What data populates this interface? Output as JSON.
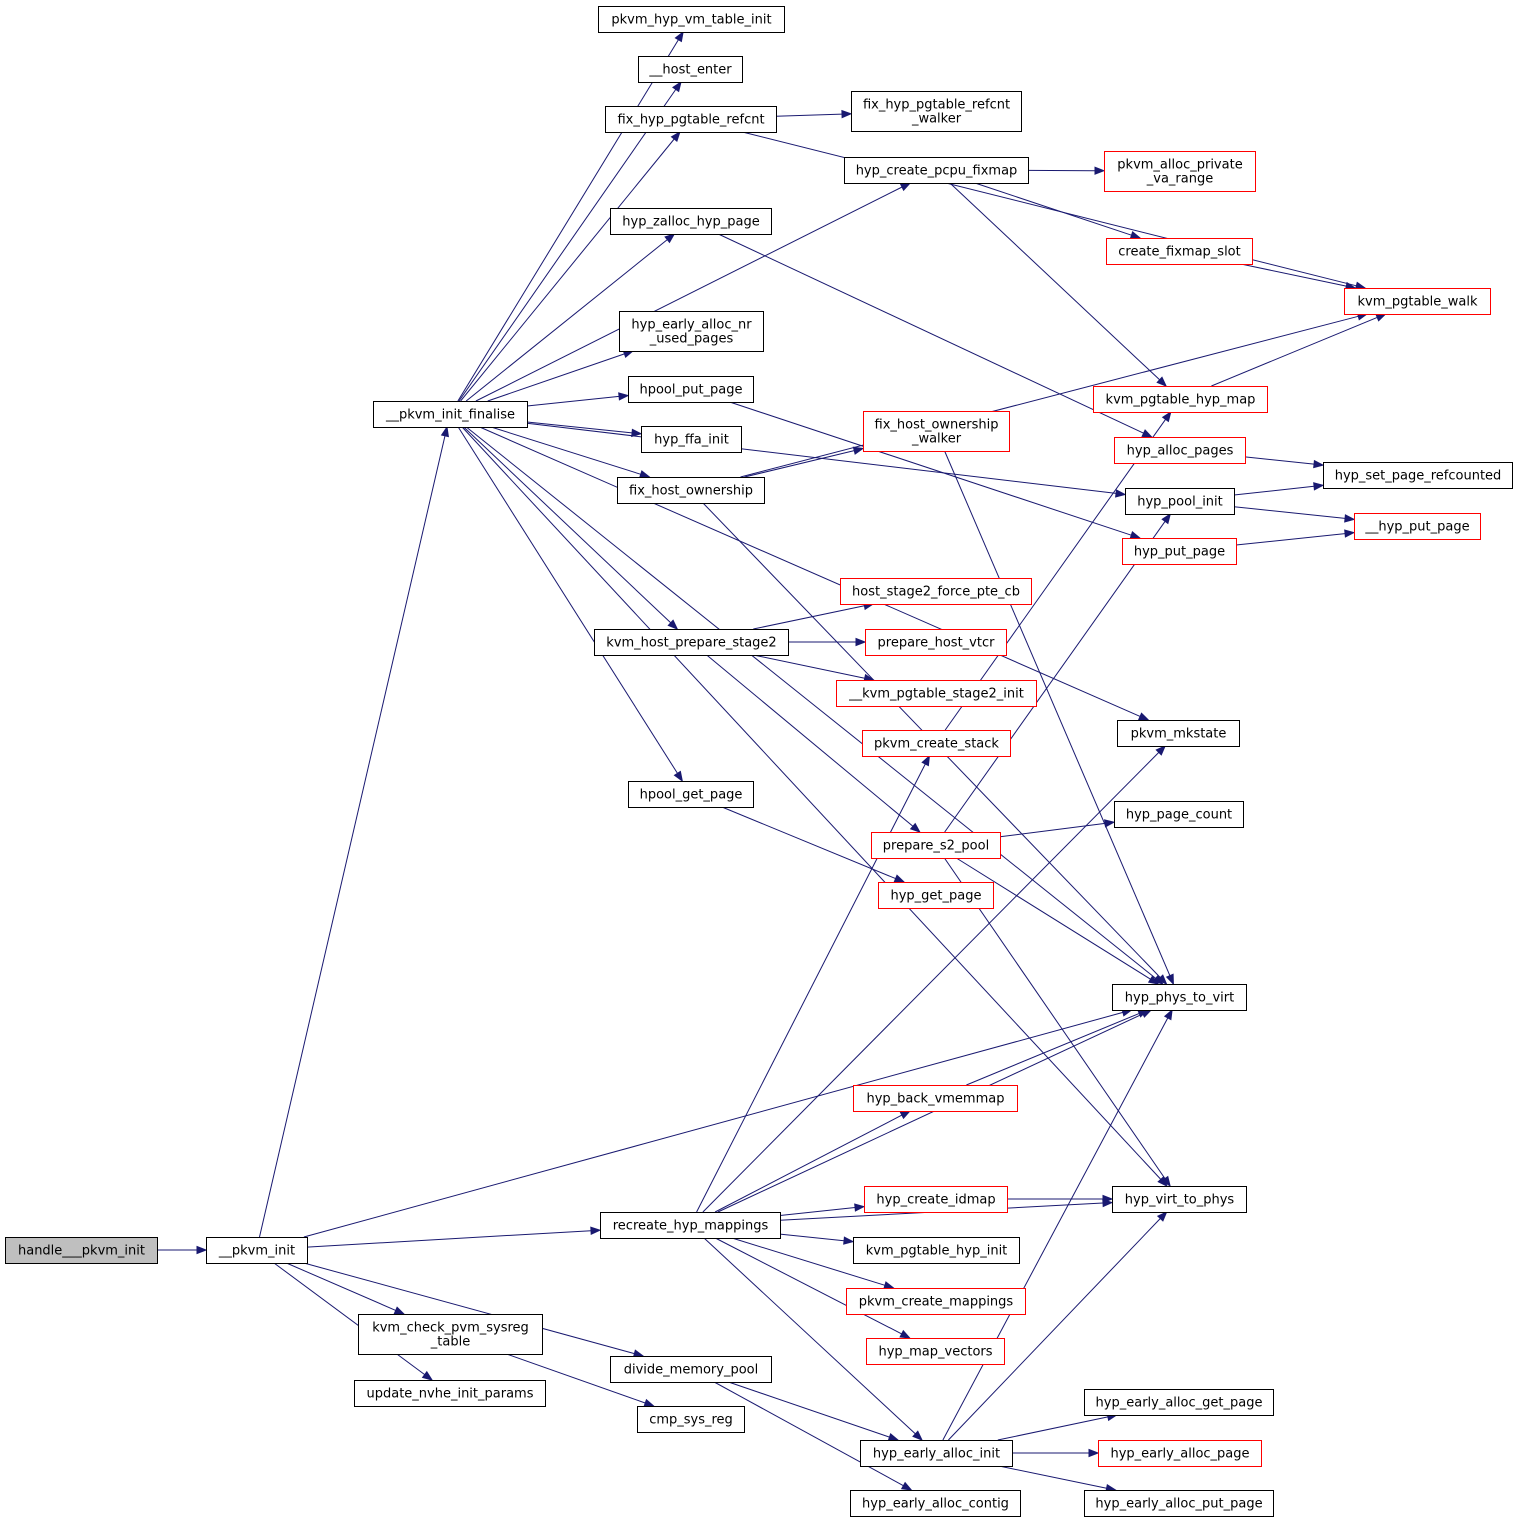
{
  "nodes": [
    {
      "id": "n_root",
      "lines": [
        "handle___pkvm_init"
      ],
      "style": "gray"
    },
    {
      "id": "n_pkvm_init",
      "lines": [
        "__pkvm_init"
      ],
      "style": "black"
    },
    {
      "id": "n_finalise",
      "lines": [
        "__pkvm_init_finalise"
      ],
      "style": "black"
    },
    {
      "id": "n_vm_table",
      "lines": [
        "pkvm_hyp_vm_table_init"
      ],
      "style": "black"
    },
    {
      "id": "n_host_enter",
      "lines": [
        "__host_enter"
      ],
      "style": "black"
    },
    {
      "id": "n_fix_refcnt",
      "lines": [
        "fix_hyp_pgtable_refcnt"
      ],
      "style": "black"
    },
    {
      "id": "n_fix_refcnt_walker",
      "lines": [
        "fix_hyp_pgtable_refcnt",
        "_walker"
      ],
      "style": "black"
    },
    {
      "id": "n_pcpu_fixmap",
      "lines": [
        "hyp_create_pcpu_fixmap"
      ],
      "style": "black"
    },
    {
      "id": "n_alloc_private",
      "lines": [
        "pkvm_alloc_private",
        "_va_range"
      ],
      "style": "red"
    },
    {
      "id": "n_zalloc",
      "lines": [
        "hyp_zalloc_hyp_page"
      ],
      "style": "black"
    },
    {
      "id": "n_create_fixmap_slot",
      "lines": [
        "create_fixmap_slot"
      ],
      "style": "red"
    },
    {
      "id": "n_pgtable_walk",
      "lines": [
        "kvm_pgtable_walk"
      ],
      "style": "red"
    },
    {
      "id": "n_early_nr_used",
      "lines": [
        "hyp_early_alloc_nr",
        "_used_pages"
      ],
      "style": "black"
    },
    {
      "id": "n_hpool_put",
      "lines": [
        "hpool_put_page"
      ],
      "style": "black"
    },
    {
      "id": "n_pgtable_hyp_map",
      "lines": [
        "kvm_pgtable_hyp_map"
      ],
      "style": "red"
    },
    {
      "id": "n_ffa_init",
      "lines": [
        "hyp_ffa_init"
      ],
      "style": "black"
    },
    {
      "id": "n_fix_host_walker",
      "lines": [
        "fix_host_ownership",
        "_walker"
      ],
      "style": "red"
    },
    {
      "id": "n_alloc_pages",
      "lines": [
        "hyp_alloc_pages"
      ],
      "style": "red"
    },
    {
      "id": "n_set_refcounted",
      "lines": [
        "hyp_set_page_refcounted"
      ],
      "style": "black"
    },
    {
      "id": "n_fix_host",
      "lines": [
        "fix_host_ownership"
      ],
      "style": "black"
    },
    {
      "id": "n_pool_init",
      "lines": [
        "hyp_pool_init"
      ],
      "style": "black"
    },
    {
      "id": "n_hyp_put_page2",
      "lines": [
        "__hyp_put_page"
      ],
      "style": "red"
    },
    {
      "id": "n_hyp_put_page",
      "lines": [
        "hyp_put_page"
      ],
      "style": "red"
    },
    {
      "id": "n_force_pte",
      "lines": [
        "host_stage2_force_pte_cb"
      ],
      "style": "red"
    },
    {
      "id": "n_prepare_stage2",
      "lines": [
        "kvm_host_prepare_stage2"
      ],
      "style": "black"
    },
    {
      "id": "n_vtcr",
      "lines": [
        "prepare_host_vtcr"
      ],
      "style": "red"
    },
    {
      "id": "n_stage2_init",
      "lines": [
        "__kvm_pgtable_stage2_init"
      ],
      "style": "red"
    },
    {
      "id": "n_create_stack",
      "lines": [
        "pkvm_create_stack"
      ],
      "style": "red"
    },
    {
      "id": "n_mkstate",
      "lines": [
        "pkvm_mkstate"
      ],
      "style": "black"
    },
    {
      "id": "n_hpool_get",
      "lines": [
        "hpool_get_page"
      ],
      "style": "black"
    },
    {
      "id": "n_page_count",
      "lines": [
        "hyp_page_count"
      ],
      "style": "black"
    },
    {
      "id": "n_s2_pool",
      "lines": [
        "prepare_s2_pool"
      ],
      "style": "red"
    },
    {
      "id": "n_get_page",
      "lines": [
        "hyp_get_page"
      ],
      "style": "red"
    },
    {
      "id": "n_phys_to_virt",
      "lines": [
        "hyp_phys_to_virt"
      ],
      "style": "black"
    },
    {
      "id": "n_back_vmemmap",
      "lines": [
        "hyp_back_vmemmap"
      ],
      "style": "red"
    },
    {
      "id": "n_create_idmap",
      "lines": [
        "hyp_create_idmap"
      ],
      "style": "red"
    },
    {
      "id": "n_virt_to_phys",
      "lines": [
        "hyp_virt_to_phys"
      ],
      "style": "black"
    },
    {
      "id": "n_recreate",
      "lines": [
        "recreate_hyp_mappings"
      ],
      "style": "black"
    },
    {
      "id": "n_pgtable_hyp_init",
      "lines": [
        "kvm_pgtable_hyp_init"
      ],
      "style": "black"
    },
    {
      "id": "n_create_mappings",
      "lines": [
        "pkvm_create_mappings"
      ],
      "style": "red"
    },
    {
      "id": "n_sysreg_table",
      "lines": [
        "kvm_check_pvm_sysreg",
        "_table"
      ],
      "style": "black"
    },
    {
      "id": "n_map_vectors",
      "lines": [
        "hyp_map_vectors"
      ],
      "style": "red"
    },
    {
      "id": "n_divide_pool",
      "lines": [
        "divide_memory_pool"
      ],
      "style": "black"
    },
    {
      "id": "n_update_nvhe",
      "lines": [
        "update_nvhe_init_params"
      ],
      "style": "black"
    },
    {
      "id": "n_early_get_page",
      "lines": [
        "hyp_early_alloc_get_page"
      ],
      "style": "black"
    },
    {
      "id": "n_cmp_sys_reg",
      "lines": [
        "cmp_sys_reg"
      ],
      "style": "black"
    },
    {
      "id": "n_early_init",
      "lines": [
        "hyp_early_alloc_init"
      ],
      "style": "black"
    },
    {
      "id": "n_early_page",
      "lines": [
        "hyp_early_alloc_page"
      ],
      "style": "red"
    },
    {
      "id": "n_early_contig",
      "lines": [
        "hyp_early_alloc_contig"
      ],
      "style": "black"
    },
    {
      "id": "n_early_put_page",
      "lines": [
        "hyp_early_alloc_put_page"
      ],
      "style": "black"
    }
  ],
  "edges": [
    [
      "n_root",
      "n_pkvm_init"
    ],
    [
      "n_pkvm_init",
      "n_finalise"
    ],
    [
      "n_pkvm_init",
      "n_phys_to_virt"
    ],
    [
      "n_pkvm_init",
      "n_recreate"
    ],
    [
      "n_pkvm_init",
      "n_sysreg_table"
    ],
    [
      "n_pkvm_init",
      "n_divide_pool"
    ],
    [
      "n_pkvm_init",
      "n_update_nvhe"
    ],
    [
      "n_finalise",
      "n_vm_table"
    ],
    [
      "n_finalise",
      "n_host_enter"
    ],
    [
      "n_finalise",
      "n_fix_refcnt"
    ],
    [
      "n_finalise",
      "n_pcpu_fixmap"
    ],
    [
      "n_finalise",
      "n_zalloc"
    ],
    [
      "n_finalise",
      "n_early_nr_used"
    ],
    [
      "n_finalise",
      "n_hpool_put"
    ],
    [
      "n_finalise",
      "n_ffa_init"
    ],
    [
      "n_finalise",
      "n_fix_host"
    ],
    [
      "n_finalise",
      "n_prepare_stage2"
    ],
    [
      "n_finalise",
      "n_hpool_get"
    ],
    [
      "n_finalise",
      "n_pool_init"
    ],
    [
      "n_finalise",
      "n_phys_to_virt"
    ],
    [
      "n_finalise",
      "n_virt_to_phys"
    ],
    [
      "n_finalise",
      "n_mkstate"
    ],
    [
      "n_fix_refcnt",
      "n_fix_refcnt_walker"
    ],
    [
      "n_fix_refcnt",
      "n_pgtable_walk"
    ],
    [
      "n_pcpu_fixmap",
      "n_alloc_private"
    ],
    [
      "n_pcpu_fixmap",
      "n_create_fixmap_slot"
    ],
    [
      "n_pcpu_fixmap",
      "n_pgtable_hyp_map"
    ],
    [
      "n_create_fixmap_slot",
      "n_pgtable_walk"
    ],
    [
      "n_zalloc",
      "n_alloc_pages"
    ],
    [
      "n_hpool_put",
      "n_hyp_put_page"
    ],
    [
      "n_pgtable_hyp_map",
      "n_pgtable_walk"
    ],
    [
      "n_fix_host",
      "n_fix_host_walker"
    ],
    [
      "n_fix_host",
      "n_pgtable_walk"
    ],
    [
      "n_fix_host",
      "n_phys_to_virt"
    ],
    [
      "n_fix_host_walker",
      "n_phys_to_virt"
    ],
    [
      "n_alloc_pages",
      "n_set_refcounted"
    ],
    [
      "n_pool_init",
      "n_set_refcounted"
    ],
    [
      "n_pool_init",
      "n_hyp_put_page2"
    ],
    [
      "n_hyp_put_page",
      "n_hyp_put_page2"
    ],
    [
      "n_prepare_stage2",
      "n_force_pte"
    ],
    [
      "n_prepare_stage2",
      "n_vtcr"
    ],
    [
      "n_prepare_stage2",
      "n_stage2_init"
    ],
    [
      "n_prepare_stage2",
      "n_s2_pool"
    ],
    [
      "n_create_stack",
      "n_pgtable_hyp_map"
    ],
    [
      "n_hpool_get",
      "n_get_page"
    ],
    [
      "n_s2_pool",
      "n_page_count"
    ],
    [
      "n_s2_pool",
      "n_pool_init"
    ],
    [
      "n_s2_pool",
      "n_phys_to_virt"
    ],
    [
      "n_s2_pool",
      "n_virt_to_phys"
    ],
    [
      "n_back_vmemmap",
      "n_phys_to_virt"
    ],
    [
      "n_create_idmap",
      "n_virt_to_phys"
    ],
    [
      "n_recreate",
      "n_create_stack"
    ],
    [
      "n_recreate",
      "n_mkstate"
    ],
    [
      "n_recreate",
      "n_phys_to_virt"
    ],
    [
      "n_recreate",
      "n_back_vmemmap"
    ],
    [
      "n_recreate",
      "n_create_idmap"
    ],
    [
      "n_recreate",
      "n_pgtable_hyp_init"
    ],
    [
      "n_recreate",
      "n_create_mappings"
    ],
    [
      "n_recreate",
      "n_map_vectors"
    ],
    [
      "n_recreate",
      "n_early_init"
    ],
    [
      "n_recreate",
      "n_virt_to_phys"
    ],
    [
      "n_sysreg_table",
      "n_cmp_sys_reg"
    ],
    [
      "n_divide_pool",
      "n_early_init"
    ],
    [
      "n_divide_pool",
      "n_early_contig"
    ],
    [
      "n_early_init",
      "n_early_get_page"
    ],
    [
      "n_early_init",
      "n_early_page"
    ],
    [
      "n_early_init",
      "n_early_put_page"
    ],
    [
      "n_early_init",
      "n_virt_to_phys"
    ],
    [
      "n_early_init",
      "n_phys_to_virt"
    ]
  ],
  "colors": {
    "edge": "#191970",
    "node_border": "#000000",
    "highlight_border": "#ff0000",
    "root_fill": "#bfbfbf",
    "background": "#ffffff"
  }
}
